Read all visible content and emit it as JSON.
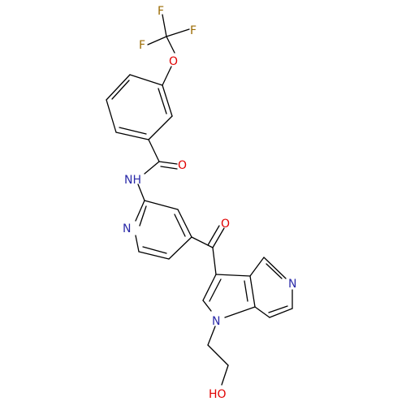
{
  "colors": {
    "bond": "#000000",
    "fluorine": "#9a6a00",
    "oxygen": "#e00000",
    "nitrogen": "#2a2aa8",
    "background": "#ffffff"
  },
  "atom_labels": {
    "f_top": "F",
    "f_left": "F",
    "f_right": "F",
    "o_ether": "O",
    "o_amide": "O",
    "nh_amide": "NH",
    "n_pyridine": "N",
    "o_ketone": "O",
    "n_pyridine2": "N",
    "n_pyrrole": "N",
    "ho": "HO"
  }
}
